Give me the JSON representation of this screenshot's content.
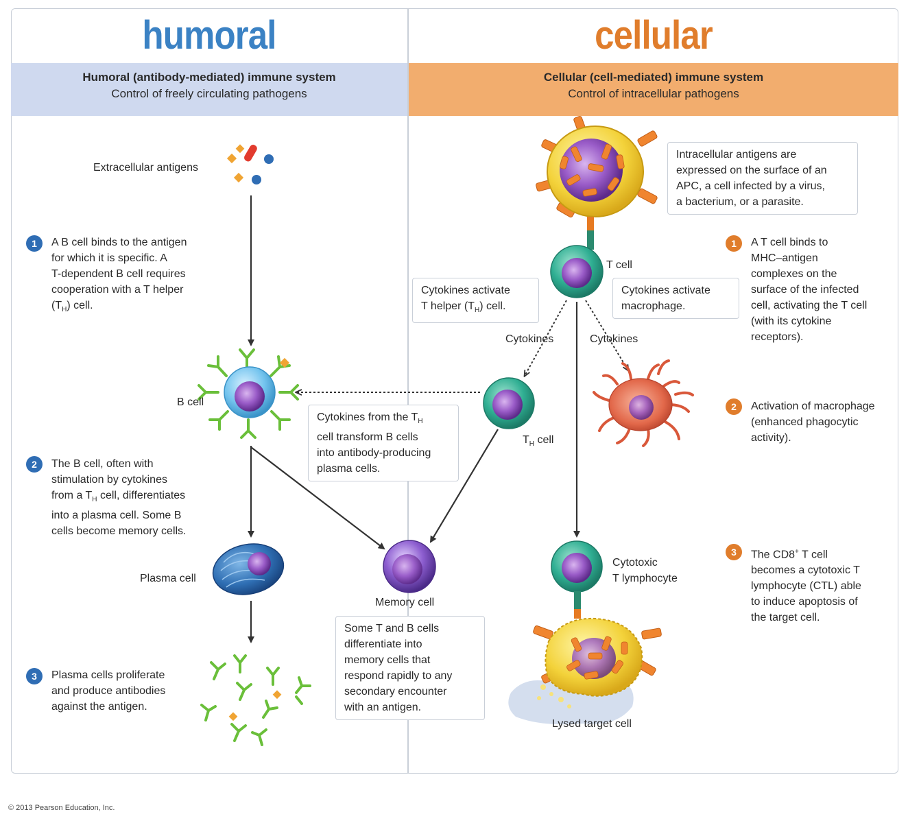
{
  "titles": {
    "humoral": "humoral",
    "cellular": "cellular"
  },
  "humoral_header": {
    "line1": "Humoral (antibody-mediated) immune system",
    "line2": "Control of freely circulating pathogens"
  },
  "cellular_header": {
    "line1": "Cellular (cell-mediated) immune system",
    "line2": "Control of intracellular pathogens"
  },
  "labels": {
    "extracellular_antigens": "Extracellular antigens",
    "b_cell": "B cell",
    "plasma_cell": "Plasma cell",
    "memory_cell": "Memory cell",
    "t_cell": "T cell",
    "th_cell_main": "T",
    "th_cell_sub": "H",
    "th_cell_tail": " cell",
    "cytokines_left": "Cytokines",
    "cytokines_right": "Cytokines",
    "cytotoxic_line1": "Cytotoxic",
    "cytotoxic_line2": "T lymphocyte",
    "lysed_target": "Lysed target cell"
  },
  "boxes": {
    "intracellular": [
      "Intracellular antigens are",
      "expressed on the surface of an",
      "APC, a cell infected by a virus,",
      "a bacterium, or a parasite."
    ],
    "cytokines_th_l1": "Cytokines activate",
    "cytokines_th_l2a": "T helper (T",
    "cytokines_th_l2sub": "H",
    "cytokines_th_l2b": ") cell.",
    "cytokines_mac": [
      "Cytokines activate",
      "macrophage."
    ],
    "transform_l1a": "Cytokines from the T",
    "transform_l1sub": "H",
    "transform_rest": [
      "cell transform B cells",
      "into antibody-producing",
      "plasma cells."
    ],
    "memory": [
      "Some T and B cells",
      "differentiate into",
      "memory cells that",
      "respond rapidly to any",
      "secondary encounter",
      "with an antigen."
    ]
  },
  "steps_humoral": [
    {
      "num": "1",
      "lines": [
        "A B cell binds to the antigen",
        "for which it is specific. A",
        "T-dependent B cell requires",
        "cooperation with a T helper"
      ],
      "last_a": "(T",
      "last_sub": "H",
      "last_b": ") cell."
    },
    {
      "num": "2",
      "line1": "The B cell, often with",
      "line2": "stimulation by cytokines",
      "line3a": "from a T",
      "line3sub": "H",
      "line3b": " cell, differentiates",
      "line4": "into a plasma cell. Some B",
      "line5": "cells become memory cells."
    },
    {
      "num": "3",
      "lines": [
        "Plasma cells proliferate",
        "and produce antibodies",
        "against the antigen."
      ]
    }
  ],
  "steps_cellular": [
    {
      "num": "1",
      "lines": [
        "A T cell binds to",
        "MHC–antigen",
        "complexes on the",
        "surface of the infected",
        "cell, activating the T cell",
        "(with its cytokine",
        "receptors)."
      ]
    },
    {
      "num": "2",
      "lines": [
        "Activation of macrophage",
        "(enhanced phagocytic",
        "activity)."
      ]
    },
    {
      "num": "3",
      "line1a": "The CD8",
      "line1sup": "+",
      "line1b": " T cell",
      "lines": [
        "becomes a cytotoxic T",
        "lymphocyte (CTL) able",
        "to induce apoptosis of",
        "the target cell."
      ]
    }
  ],
  "copyright": "© 2013 Pearson Education, Inc.",
  "colors": {
    "humoral_blue": "#3b82c4",
    "cellular_orange": "#e07d2c",
    "humoral_band": "#cfd9ef",
    "cellular_band": "#f2ad6e"
  }
}
